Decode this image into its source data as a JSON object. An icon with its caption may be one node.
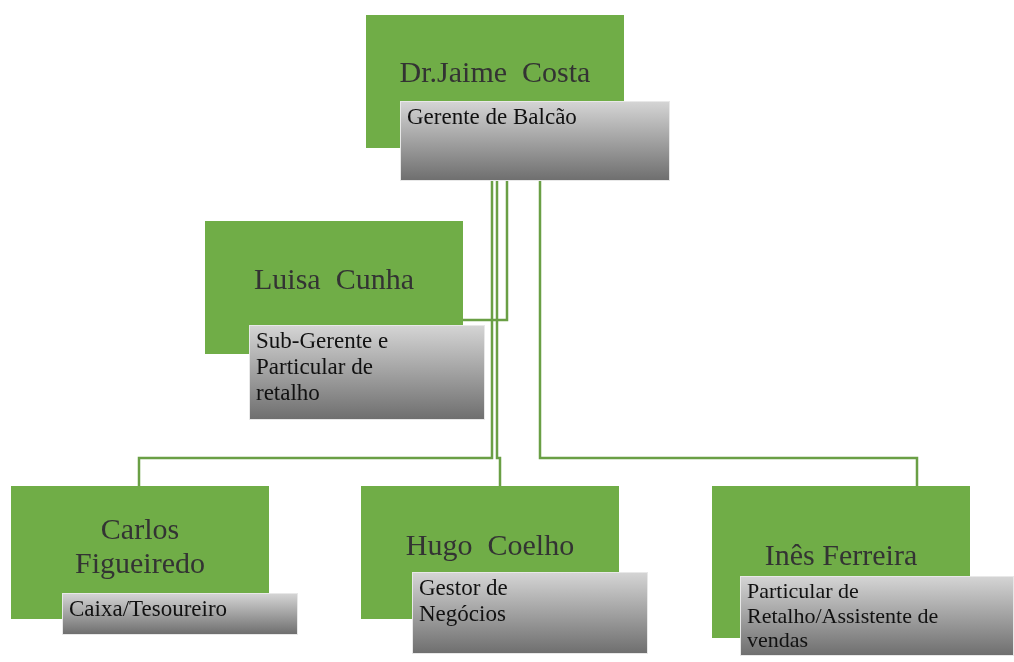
{
  "diagram": {
    "nodes": [
      {
        "text": [
          "Dr.Jaime  Costa",
          "Gerente de Balcão"
        ]
      },
      {
        "text": [
          "Luisa  Cunha",
          "Sub-Gerente e Particular de retalho"
        ]
      },
      {
        "text": [
          "Carlos Figueiredo",
          "Caixa/Tesoureiro"
        ]
      },
      {
        "text": [
          "Hugo  Coelho",
          "Gestor de Negócios"
        ]
      },
      {
        "text": [
          "Inês Ferreira",
          "Particular de Retalho/Assistente de vendas"
        ]
      }
    ],
    "edges": [
      {
        "from": 0,
        "to": 1,
        "arrow": "none"
      },
      {
        "from": 0,
        "to": 2,
        "arrow": "none"
      },
      {
        "from": 0,
        "to": 3,
        "arrow": "none"
      },
      {
        "from": 0,
        "to": 4,
        "arrow": "none"
      }
    ]
  }
}
